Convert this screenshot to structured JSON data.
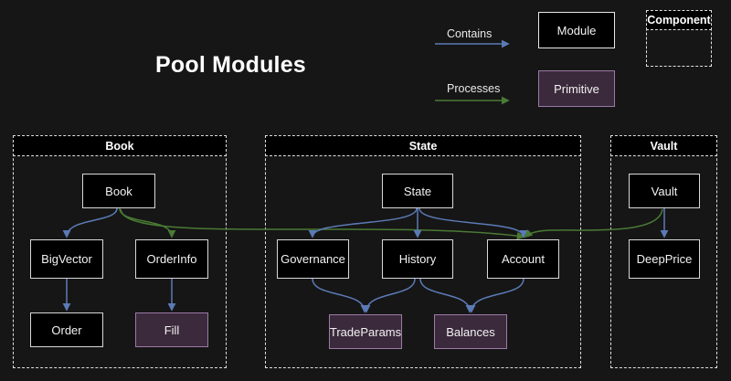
{
  "diagram": {
    "title": "Pool Modules",
    "background_color": "#161616",
    "colors": {
      "contains_edge": "#5b7ab5",
      "processes_edge": "#4a7a35",
      "module_fill": "#000000",
      "module_border": "#d8d8d8",
      "primitive_fill": "#3b2a3c",
      "primitive_border": "#9a7aa6",
      "group_border": "#e0e0e0",
      "text": "#f2f2f2"
    }
  },
  "legend": {
    "contains_label": "Contains",
    "processes_label": "Processes",
    "module_label": "Module",
    "primitive_label": "Primitive",
    "component_label": "Component"
  },
  "groups": [
    {
      "id": "book",
      "label": "Book"
    },
    {
      "id": "state",
      "label": "State"
    },
    {
      "id": "vault",
      "label": "Vault"
    }
  ],
  "nodes": [
    {
      "id": "book",
      "label": "Book",
      "kind": "module",
      "group": "book"
    },
    {
      "id": "bigvector",
      "label": "BigVector",
      "kind": "module",
      "group": "book"
    },
    {
      "id": "orderinfo",
      "label": "OrderInfo",
      "kind": "module",
      "group": "book"
    },
    {
      "id": "order",
      "label": "Order",
      "kind": "module",
      "group": "book"
    },
    {
      "id": "fill",
      "label": "Fill",
      "kind": "primitive",
      "group": "book"
    },
    {
      "id": "state",
      "label": "State",
      "kind": "module",
      "group": "state"
    },
    {
      "id": "governance",
      "label": "Governance",
      "kind": "module",
      "group": "state"
    },
    {
      "id": "history",
      "label": "History",
      "kind": "module",
      "group": "state"
    },
    {
      "id": "account",
      "label": "Account",
      "kind": "module",
      "group": "state"
    },
    {
      "id": "tradeparams",
      "label": "TradeParams",
      "kind": "primitive",
      "group": "state"
    },
    {
      "id": "balances",
      "label": "Balances",
      "kind": "primitive",
      "group": "state"
    },
    {
      "id": "vault",
      "label": "Vault",
      "kind": "module",
      "group": "vault"
    },
    {
      "id": "deepprice",
      "label": "DeepPrice",
      "kind": "module",
      "group": "vault"
    }
  ],
  "edges": [
    {
      "from": "book",
      "to": "bigvector",
      "type": "contains"
    },
    {
      "from": "bigvector",
      "to": "order",
      "type": "contains"
    },
    {
      "from": "orderinfo",
      "to": "fill",
      "type": "contains"
    },
    {
      "from": "book",
      "to": "orderinfo",
      "type": "processes"
    },
    {
      "from": "book",
      "to": "account",
      "type": "processes"
    },
    {
      "from": "state",
      "to": "governance",
      "type": "contains"
    },
    {
      "from": "state",
      "to": "history",
      "type": "contains"
    },
    {
      "from": "state",
      "to": "account",
      "type": "contains"
    },
    {
      "from": "governance",
      "to": "tradeparams",
      "type": "contains"
    },
    {
      "from": "history",
      "to": "tradeparams",
      "type": "contains"
    },
    {
      "from": "history",
      "to": "balances",
      "type": "contains"
    },
    {
      "from": "account",
      "to": "balances",
      "type": "contains"
    },
    {
      "from": "vault",
      "to": "deepprice",
      "type": "contains"
    },
    {
      "from": "vault",
      "to": "account",
      "type": "processes"
    }
  ]
}
